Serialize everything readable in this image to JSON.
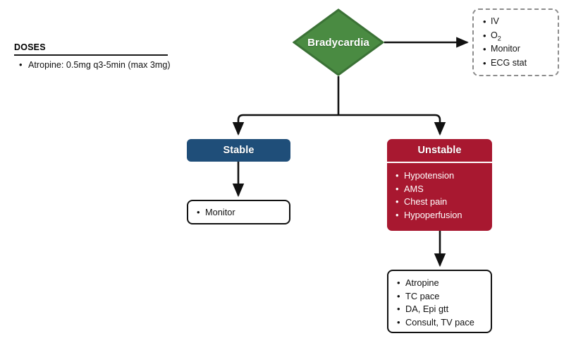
{
  "legend": {
    "title": "DOSES",
    "items": [
      "Atropine: 0.5mg q3-5min (max 3mg)"
    ]
  },
  "nodes": {
    "root": {
      "label": "Bradycardia",
      "shape": "diamond",
      "fill": "#4A8B42",
      "stroke": "#3B7236",
      "text_color": "#FFFFFF"
    },
    "immediate_actions": {
      "shape": "dashed-rounded-rect",
      "stroke": "#8D8D8D",
      "items": [
        "IV",
        "O2",
        "Monitor",
        "ECG stat"
      ],
      "items_rich": [
        "IV",
        "O",
        "Monitor",
        "ECG stat"
      ],
      "o2_subscript": "2"
    },
    "stable": {
      "label": "Stable",
      "fill": "#1F4E79",
      "text_color": "#FFFFFF"
    },
    "stable_management": {
      "items": [
        "Monitor"
      ],
      "fill": "#FFFFFF",
      "stroke": "#111111"
    },
    "unstable": {
      "label": "Unstable",
      "fill": "#A81830",
      "text_color": "#FFFFFF",
      "items": [
        "Hypotension",
        "AMS",
        "Chest pain",
        "Hypoperfusion"
      ]
    },
    "unstable_management": {
      "items": [
        "Atropine",
        "TC pace",
        "DA, Epi gtt",
        "Consult, TV pace"
      ],
      "fill": "#FFFFFF",
      "stroke": "#111111"
    }
  },
  "edges": [
    {
      "from": "root",
      "to": "immediate_actions",
      "style": "solid-arrow",
      "direction": "right"
    },
    {
      "from": "root",
      "to": "stable",
      "style": "solid-arrow",
      "direction": "down-left"
    },
    {
      "from": "root",
      "to": "unstable",
      "style": "solid-arrow",
      "direction": "down-right"
    },
    {
      "from": "stable",
      "to": "stable_management",
      "style": "solid-arrow",
      "direction": "down"
    },
    {
      "from": "unstable",
      "to": "unstable_management",
      "style": "solid-arrow",
      "direction": "down"
    }
  ],
  "colors": {
    "line": "#111111",
    "dashed_line": "#8D8D8D",
    "green": "#4A8B42",
    "blue": "#1F4E79",
    "red": "#A81830",
    "background": "#FFFFFF"
  }
}
